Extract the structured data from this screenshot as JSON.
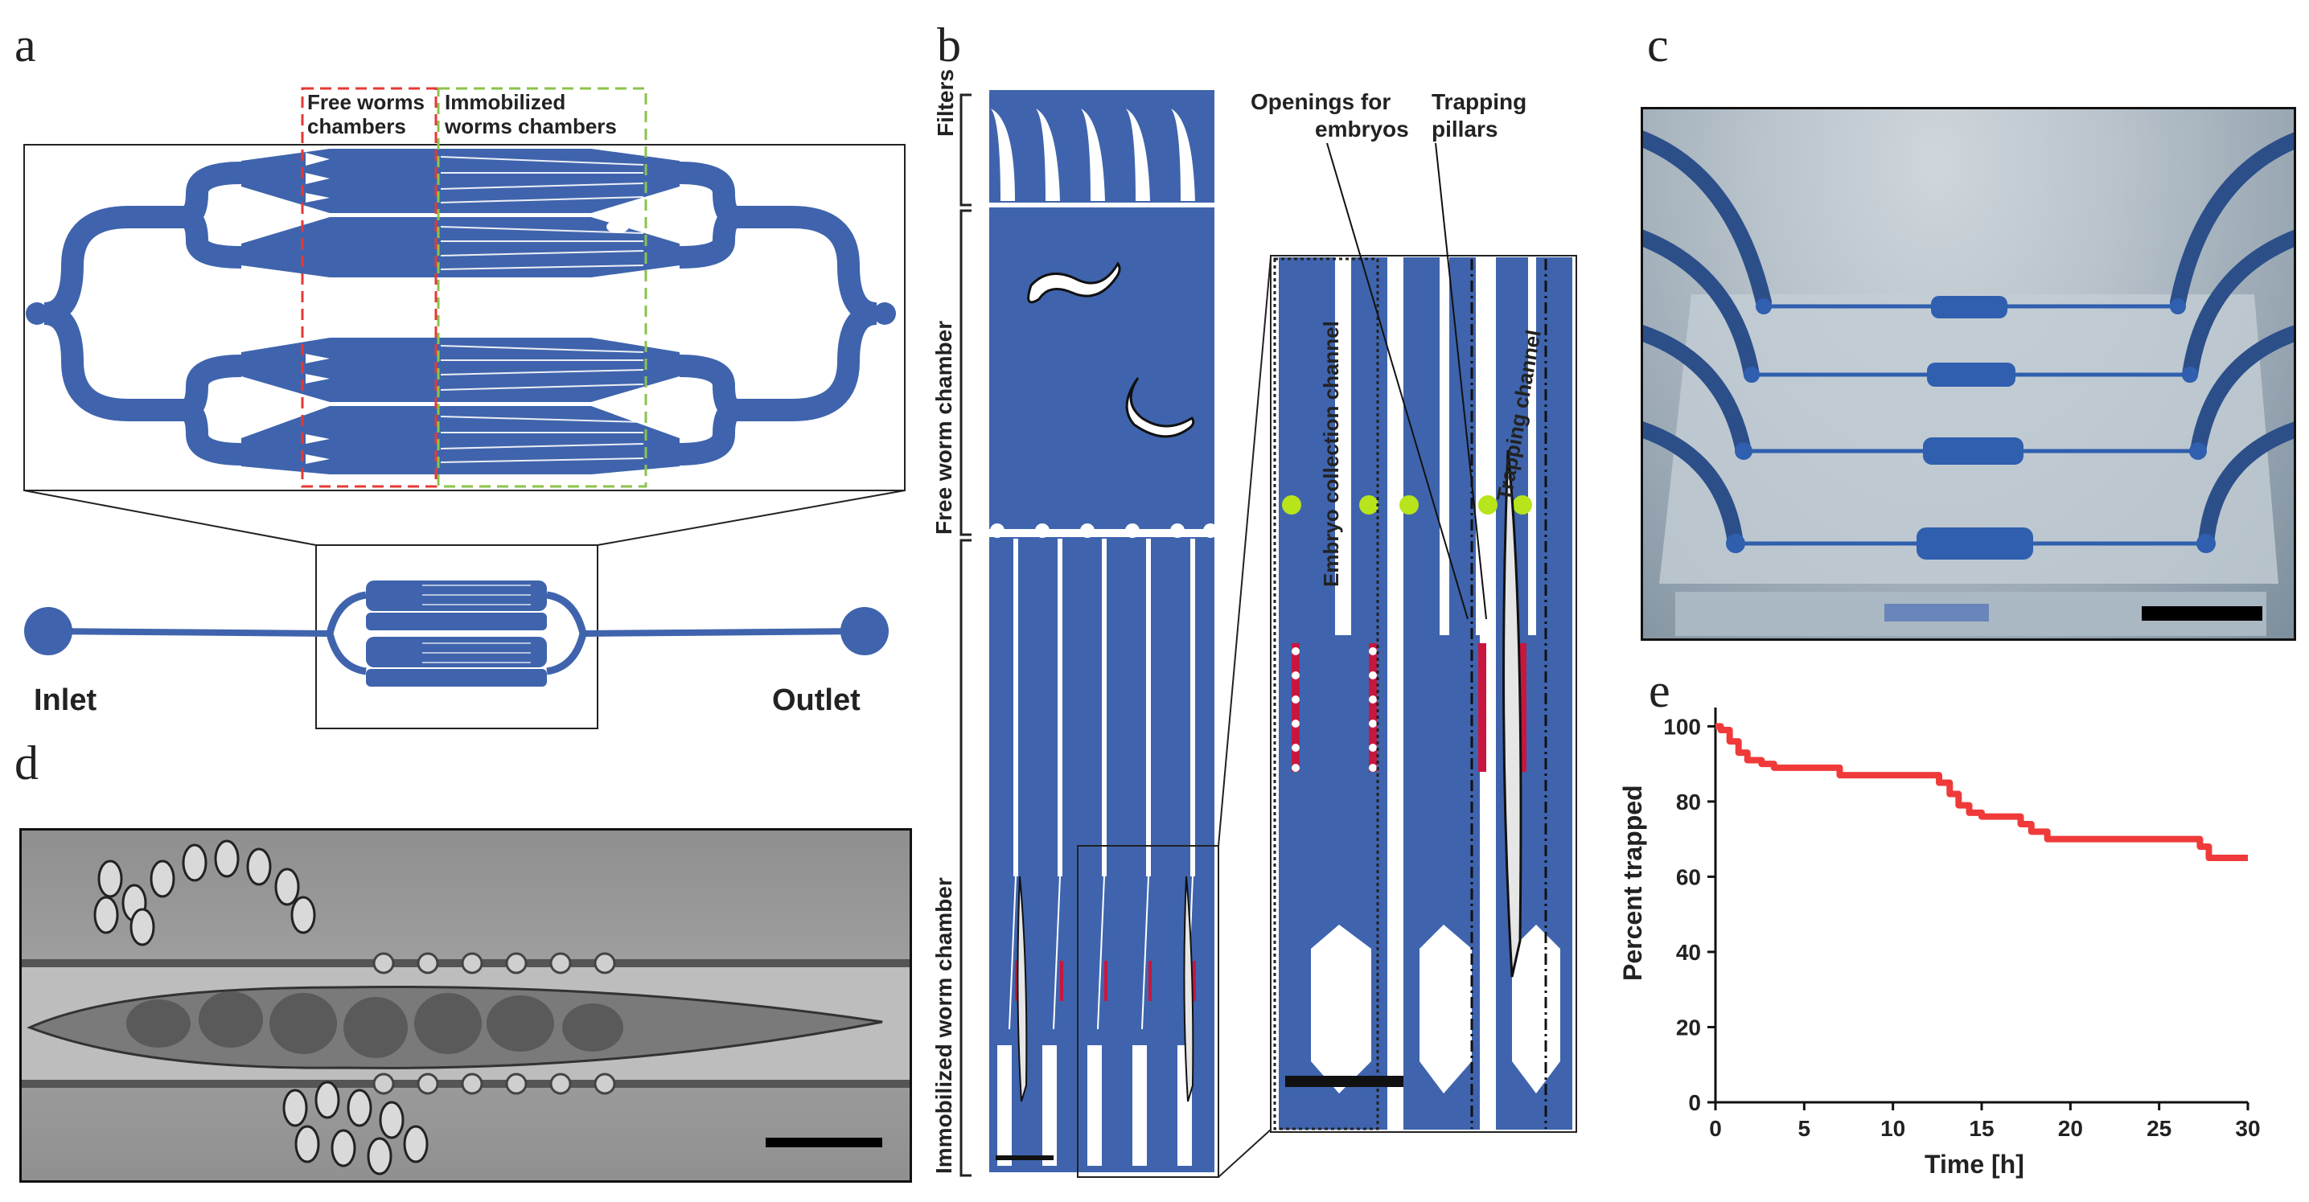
{
  "panels": {
    "a": {
      "letter": "a",
      "free_label_l1": "Free worms",
      "free_label_l2": "chambers",
      "immob_label_l1": "Immobilized",
      "immob_label_l2": "worms chambers",
      "inlet": "Inlet",
      "outlet": "Outlet"
    },
    "b": {
      "letter": "b",
      "filters": "Filters",
      "free_chamber": "Free worm chamber",
      "immob_chamber": "Immobilized worm chamber",
      "openings_l1": "Openings for",
      "openings_l2": "embryos",
      "pillars_l1": "Trapping",
      "pillars_l2": "pillars",
      "embryo_channel": "Embryo collection channel",
      "trapping_channel": "Trapping channel"
    },
    "c": {
      "letter": "c"
    },
    "d": {
      "letter": "d"
    },
    "e": {
      "letter": "e"
    }
  },
  "colors": {
    "device_blue": "#3f64ad",
    "curve_red": "#f03a3a",
    "free_box": "#e53935",
    "immob_box": "#8bc34a",
    "pillar_red": "#c8163f",
    "opening_green": "#b7e41a"
  },
  "chart_data": {
    "type": "line",
    "title": "",
    "xlabel": "Time [h]",
    "ylabel": "Percent trapped",
    "xlim": [
      0,
      30
    ],
    "ylim": [
      0,
      105
    ],
    "xticks": [
      0,
      5,
      10,
      15,
      20,
      25,
      30
    ],
    "yticks": [
      0,
      20,
      40,
      60,
      80,
      100
    ],
    "grid": false,
    "series": [
      {
        "color": "#f03a3a",
        "step": true,
        "x": [
          0,
          0.3,
          0.8,
          1.3,
          1.8,
          2.6,
          3.3,
          7,
          12,
          12.6,
          13.2,
          13.7,
          14.3,
          15,
          17.2,
          17.8,
          18.7,
          19.3,
          27.3,
          27.8,
          30
        ],
        "y": [
          100,
          99,
          96,
          93,
          91,
          90,
          89,
          87,
          87,
          85,
          82,
          79,
          77,
          76,
          74,
          72,
          70,
          70,
          68,
          65,
          65
        ]
      }
    ]
  }
}
